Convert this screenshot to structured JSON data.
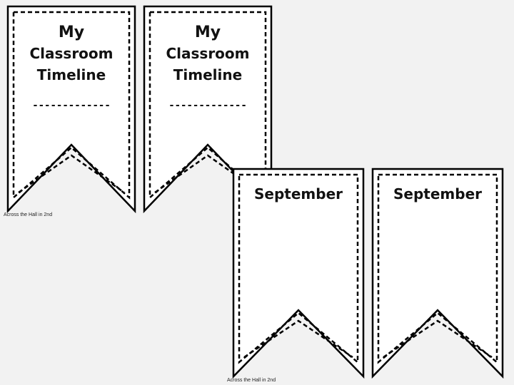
{
  "pennants": [
    {
      "lines": [
        "My",
        "Classroom",
        "Timeline"
      ],
      "blank": "-------------"
    },
    {
      "lines": [
        "My",
        "Classroom",
        "Timeline"
      ],
      "blank": "-------------"
    },
    {
      "lines": [
        "September"
      ],
      "blank": ""
    },
    {
      "lines": [
        "September"
      ],
      "blank": ""
    }
  ],
  "credits": {
    "left": "Across the Hall in 2nd",
    "right": "Across the Hall in 2nd"
  }
}
